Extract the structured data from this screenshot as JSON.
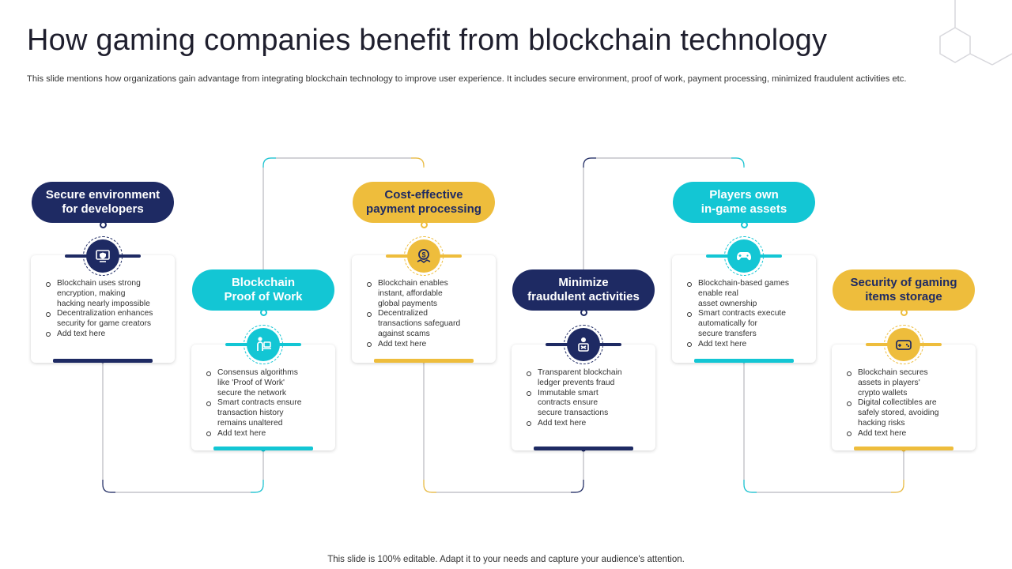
{
  "title": "How gaming companies benefit from blockchain technology",
  "subtitle": "This slide mentions how organizations gain advantage from integrating blockchain technology to improve user experience. It includes secure environment, proof of work, payment processing, minimized fraudulent activities etc.",
  "footer": "This slide is 100% editable. Adapt it to your needs and capture your audience's attention.",
  "colors": {
    "navy": "#1e2a63",
    "teal": "#13c6d4",
    "gold": "#eebd3c"
  },
  "steps": [
    {
      "heading": "Secure environment\nfor developers",
      "color": "navy",
      "icon": "developer-shield-icon",
      "bullets": [
        "Blockchain uses strong\nencryption, making\nhacking nearly impossible",
        "Decentralization enhances\nsecurity for game creators",
        "Add text here"
      ]
    },
    {
      "heading": "Blockchain\nProof of Work",
      "color": "teal",
      "icon": "worker-desk-icon",
      "bullets": [
        "Consensus algorithms\nlike 'Proof of Work'\nsecure the network",
        "Smart contracts ensure\ntransaction history\nremains unaltered",
        "Add text here"
      ]
    },
    {
      "heading": "Cost-effective\npayment processing",
      "color": "gold",
      "icon": "coin-payment-icon",
      "bullets": [
        "Blockchain enables\ninstant, affordable\nglobal payments",
        "Decentralized\ntransactions safeguard\nagainst scams",
        "Add text here"
      ]
    },
    {
      "heading": "Minimize\nfraudulent activities",
      "color": "navy",
      "icon": "fraud-alert-icon",
      "bullets": [
        "Transparent blockchain\nledger prevents fraud",
        "Immutable  smart\ncontracts ensure\nsecure transactions",
        "Add text here"
      ]
    },
    {
      "heading": "Players own\nin-game assets",
      "color": "teal",
      "icon": "gamepad-icon",
      "bullets": [
        "Blockchain-based games\nenable real\nasset ownership",
        "Smart contracts execute\nautomatically  for\nsecure transfers",
        "Add text here"
      ]
    },
    {
      "heading": "Security of gaming\nitems storage",
      "color": "gold",
      "icon": "game-console-icon",
      "bullets": [
        "Blockchain secures\nassets in players'\ncrypto wallets",
        "Digital  collectibles are\nsafely stored, avoiding\nhacking risks",
        "Add text here"
      ]
    }
  ]
}
